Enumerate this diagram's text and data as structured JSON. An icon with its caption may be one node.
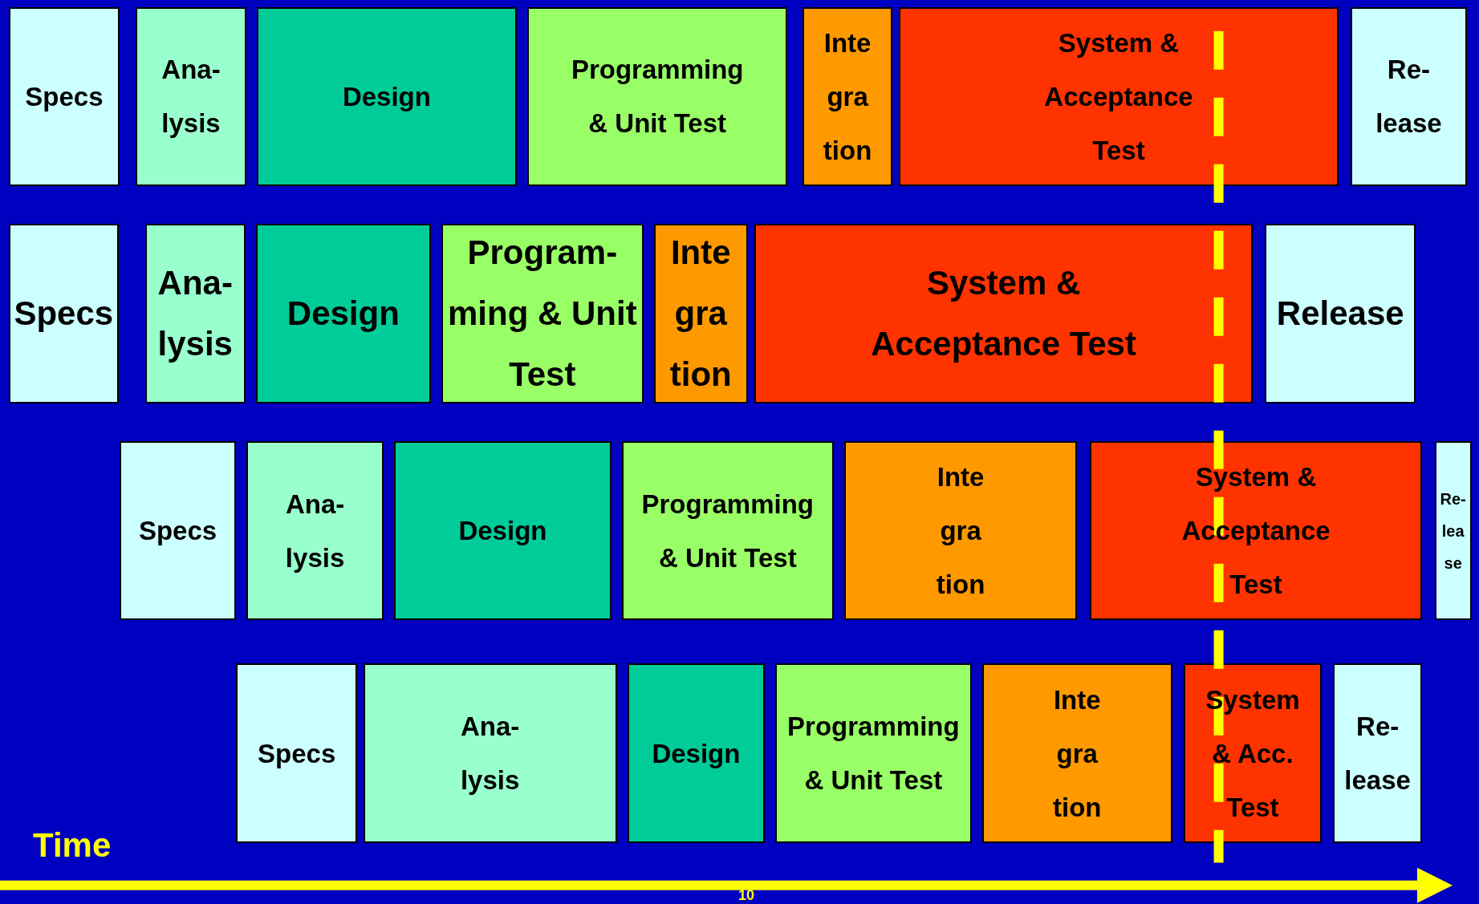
{
  "diagram": {
    "nodes": [
      {
        "text": [
          "Specs"
        ]
      },
      {
        "text": [
          "Ana- lysis"
        ]
      },
      {
        "text": [
          "Design"
        ]
      },
      {
        "text": [
          "Programming & Unit Test"
        ]
      },
      {
        "text": [
          "Inte gra tion"
        ]
      },
      {
        "text": [
          "System & Acceptance Test"
        ]
      },
      {
        "text": [
          "Re- lease"
        ]
      },
      {
        "text": [
          "Specs"
        ]
      },
      {
        "text": [
          "Ana- lysis"
        ]
      },
      {
        "text": [
          "Design"
        ]
      },
      {
        "text": [
          "Program- ming & Unit Test"
        ]
      },
      {
        "text": [
          "Inte gra tion"
        ]
      },
      {
        "text": [
          "System & Acceptance Test"
        ]
      },
      {
        "text": [
          "Release"
        ]
      },
      {
        "text": [
          "Specs"
        ]
      },
      {
        "text": [
          "Ana- lysis"
        ]
      },
      {
        "text": [
          "Design"
        ]
      },
      {
        "text": [
          "Programming & Unit Test"
        ]
      },
      {
        "text": [
          "Inte gra tion"
        ]
      },
      {
        "text": [
          "System & Acceptance Test"
        ]
      },
      {
        "text": [
          "Re- lea se"
        ]
      },
      {
        "text": [
          "Specs"
        ]
      },
      {
        "text": [
          "Ana- lysis"
        ]
      },
      {
        "text": [
          "Design"
        ]
      },
      {
        "text": [
          "Programming & Unit Test"
        ]
      },
      {
        "text": [
          "Inte gra tion"
        ]
      },
      {
        "text": [
          "System & Acc. Test"
        ]
      },
      {
        "text": [
          "Re- lease"
        ]
      }
    ],
    "edges": [],
    "labels": [
      "Time",
      "10"
    ]
  }
}
